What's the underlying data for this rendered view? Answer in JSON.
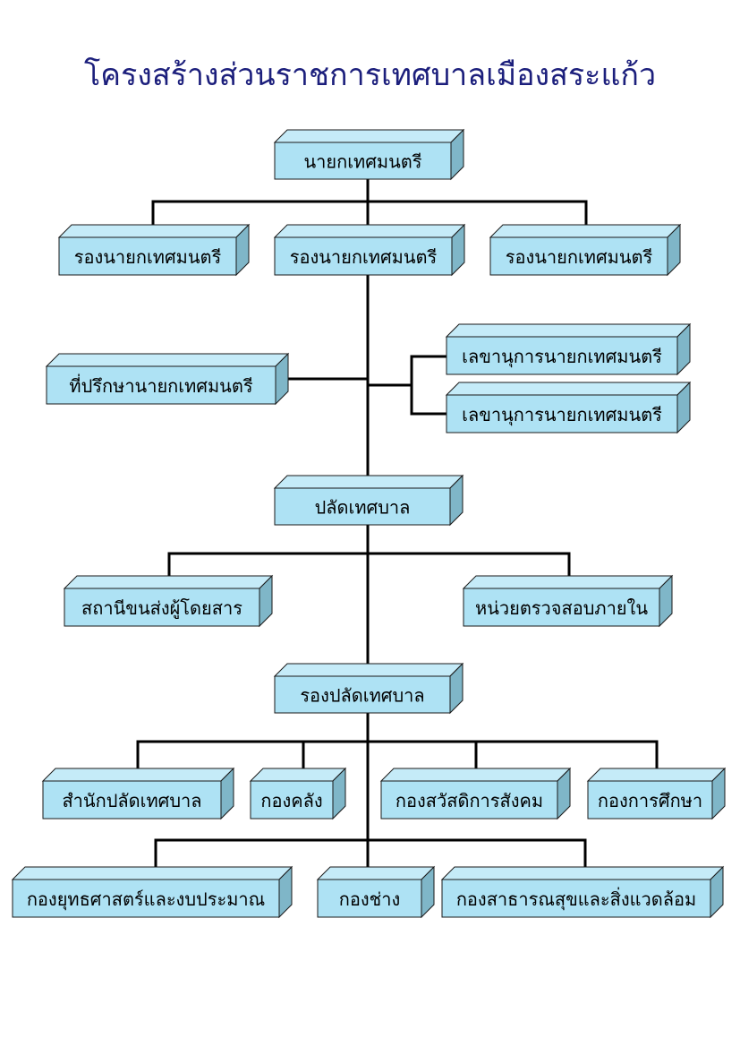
{
  "title": "โครงสร้างส่วนราชการเทศบาลเมืองสระแก้ว",
  "colors": {
    "box_front": "#aee2f4",
    "box_top": "#c5ebf8",
    "box_side": "#7fb6c8",
    "line": "#000000"
  },
  "nodes": [
    {
      "id": "mayor",
      "label": "นายกเทศมนตรี"
    },
    {
      "id": "deputy-mayor-1",
      "label": "รองนายกเทศมนตรี"
    },
    {
      "id": "deputy-mayor-2",
      "label": "รองนายกเทศมนตรี"
    },
    {
      "id": "deputy-mayor-3",
      "label": "รองนายกเทศมนตรี"
    },
    {
      "id": "mayor-advisor",
      "label": "ที่ปรึกษานายกเทศมนตรี"
    },
    {
      "id": "mayor-secretary-1",
      "label": "เลขานุการนายกเทศมนตรี"
    },
    {
      "id": "mayor-secretary-2",
      "label": "เลขานุการนายกเทศมนตรี"
    },
    {
      "id": "municipal-clerk",
      "label": "ปลัดเทศบาล"
    },
    {
      "id": "bus-terminal",
      "label": "สถานีขนส่งผู้โดยสาร"
    },
    {
      "id": "internal-audit",
      "label": "หน่วยตรวจสอบภายใน"
    },
    {
      "id": "deputy-clerk",
      "label": "รองปลัดเทศบาล"
    },
    {
      "id": "clerk-office",
      "label": "สำนักปลัดเทศบาล"
    },
    {
      "id": "finance-division",
      "label": "กองคลัง"
    },
    {
      "id": "social-welfare-division",
      "label": "กองสวัสดิการสังคม"
    },
    {
      "id": "education-division",
      "label": "กองการศึกษา"
    },
    {
      "id": "strategy-budget-division",
      "label": "กองยุทธศาสตร์และงบประมาณ"
    },
    {
      "id": "engineering-division",
      "label": "กองช่าง"
    },
    {
      "id": "public-health-division",
      "label": "กองสาธารณสุขและสิ่งแวดล้อม"
    }
  ],
  "edges": [
    [
      "mayor",
      "deputy-mayor-1"
    ],
    [
      "mayor",
      "deputy-mayor-2"
    ],
    [
      "mayor",
      "deputy-mayor-3"
    ],
    [
      "deputy-mayor-2",
      "mayor-advisor"
    ],
    [
      "deputy-mayor-2",
      "mayor-secretary-1"
    ],
    [
      "deputy-mayor-2",
      "mayor-secretary-2"
    ],
    [
      "deputy-mayor-2",
      "municipal-clerk"
    ],
    [
      "municipal-clerk",
      "bus-terminal"
    ],
    [
      "municipal-clerk",
      "internal-audit"
    ],
    [
      "municipal-clerk",
      "deputy-clerk"
    ],
    [
      "deputy-clerk",
      "clerk-office"
    ],
    [
      "deputy-clerk",
      "finance-division"
    ],
    [
      "deputy-clerk",
      "social-welfare-division"
    ],
    [
      "deputy-clerk",
      "education-division"
    ],
    [
      "deputy-clerk",
      "strategy-budget-division"
    ],
    [
      "deputy-clerk",
      "engineering-division"
    ],
    [
      "deputy-clerk",
      "public-health-division"
    ]
  ]
}
